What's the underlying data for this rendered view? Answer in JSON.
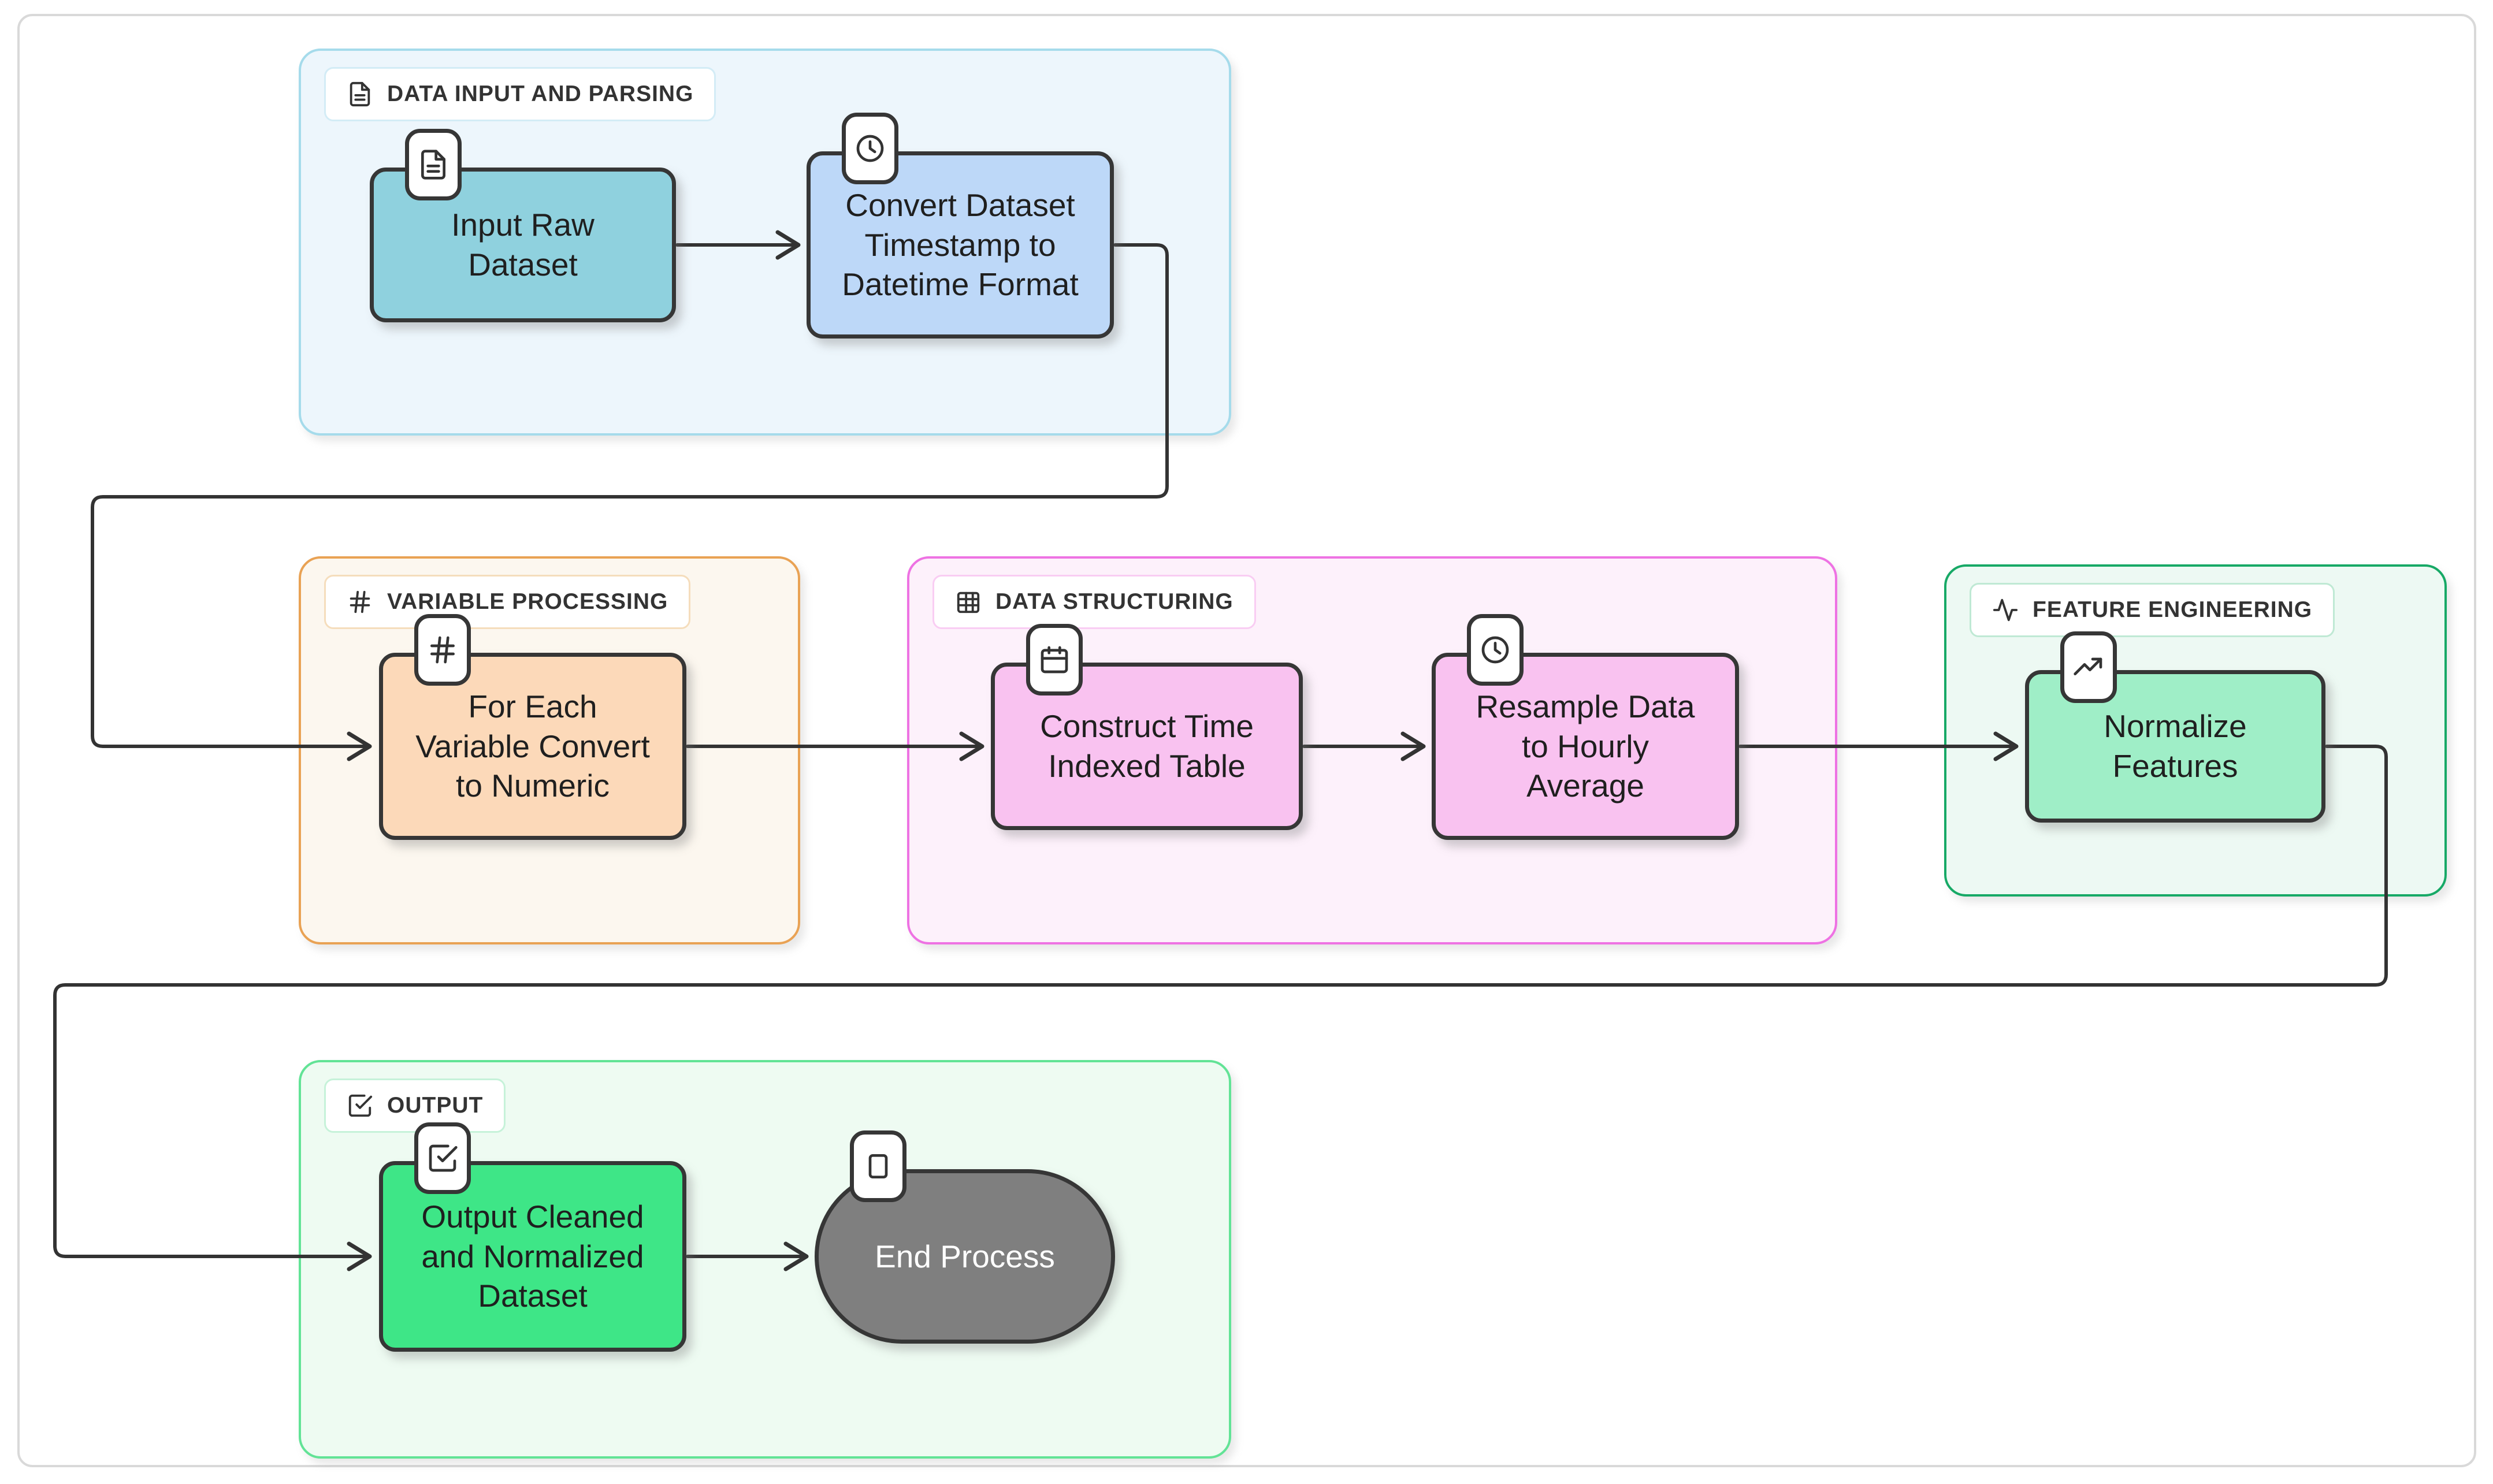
{
  "diagram": {
    "type": "flowchart",
    "connector_color": "#333333",
    "canvas_background": "#ffffff",
    "frame_border_color": "#d9d9d9"
  },
  "groups": [
    {
      "label": "DATA INPUT AND PARSING",
      "icon": "file-text-icon",
      "border_color": "#a5dbeb",
      "background": "#edf6fc",
      "badge_border": "#d3ecf6"
    },
    {
      "label": "VARIABLE PROCESSING",
      "icon": "hash-icon",
      "border_color": "#e9a254",
      "background": "#fcf7ef",
      "badge_border": "#f5ddbc"
    },
    {
      "label": "DATA STRUCTURING",
      "icon": "table-icon",
      "border_color": "#ee72e3",
      "background": "#fdf1fb",
      "badge_border": "#f9cdf3"
    },
    {
      "label": "FEATURE ENGINEERING",
      "icon": "activity-icon",
      "border_color": "#17a966",
      "background": "#edf9f3",
      "badge_border": "#bfe9d4"
    },
    {
      "label": "OUTPUT",
      "icon": "check-square-icon",
      "border_color": "#62e396",
      "background": "#eefbf2",
      "badge_border": "#c6f2d9"
    }
  ],
  "nodes": [
    {
      "label": "Input Raw Dataset",
      "icon": "file-text-icon",
      "fill": "#8fd1de",
      "text_color": "#1f1f1f",
      "shape": "rect"
    },
    {
      "label": "Convert Dataset Timestamp to Datetime Format",
      "icon": "clock-icon",
      "fill": "#bdd8f8",
      "text_color": "#1f1f1f",
      "shape": "rect"
    },
    {
      "label": "For Each Variable Convert to Numeric",
      "icon": "hash-icon",
      "fill": "#fcd9b9",
      "text_color": "#1f1f1f",
      "shape": "rect"
    },
    {
      "label": "Construct Time Indexed Table",
      "icon": "calendar-icon",
      "fill": "#f9c2f0",
      "text_color": "#1f1f1f",
      "shape": "rect"
    },
    {
      "label": "Resample Data to Hourly Average",
      "icon": "clock-icon",
      "fill": "#f9c2f0",
      "text_color": "#1f1f1f",
      "shape": "rect"
    },
    {
      "label": "Normalize Features",
      "icon": "trending-up-icon",
      "fill": "#9feec7",
      "text_color": "#1f1f1f",
      "shape": "rect"
    },
    {
      "label": "Output Cleaned and Normalized Dataset",
      "icon": "check-square-icon",
      "fill": "#3ee687",
      "text_color": "#1f1f1f",
      "shape": "rect"
    },
    {
      "label": "End Process",
      "icon": "square-icon",
      "fill": "#7f7f7f",
      "text_color": "#ffffff",
      "shape": "stadium"
    }
  ],
  "edges": [
    {
      "from": "Input Raw Dataset",
      "to": "Convert Dataset Timestamp to Datetime Format"
    },
    {
      "from": "Convert Dataset Timestamp to Datetime Format",
      "to": "For Each Variable Convert to Numeric"
    },
    {
      "from": "For Each Variable Convert to Numeric",
      "to": "Construct Time Indexed Table"
    },
    {
      "from": "Construct Time Indexed Table",
      "to": "Resample Data to Hourly Average"
    },
    {
      "from": "Resample Data to Hourly Average",
      "to": "Normalize Features"
    },
    {
      "from": "Normalize Features",
      "to": "Output Cleaned and Normalized Dataset"
    },
    {
      "from": "Output Cleaned and Normalized Dataset",
      "to": "End Process"
    }
  ]
}
